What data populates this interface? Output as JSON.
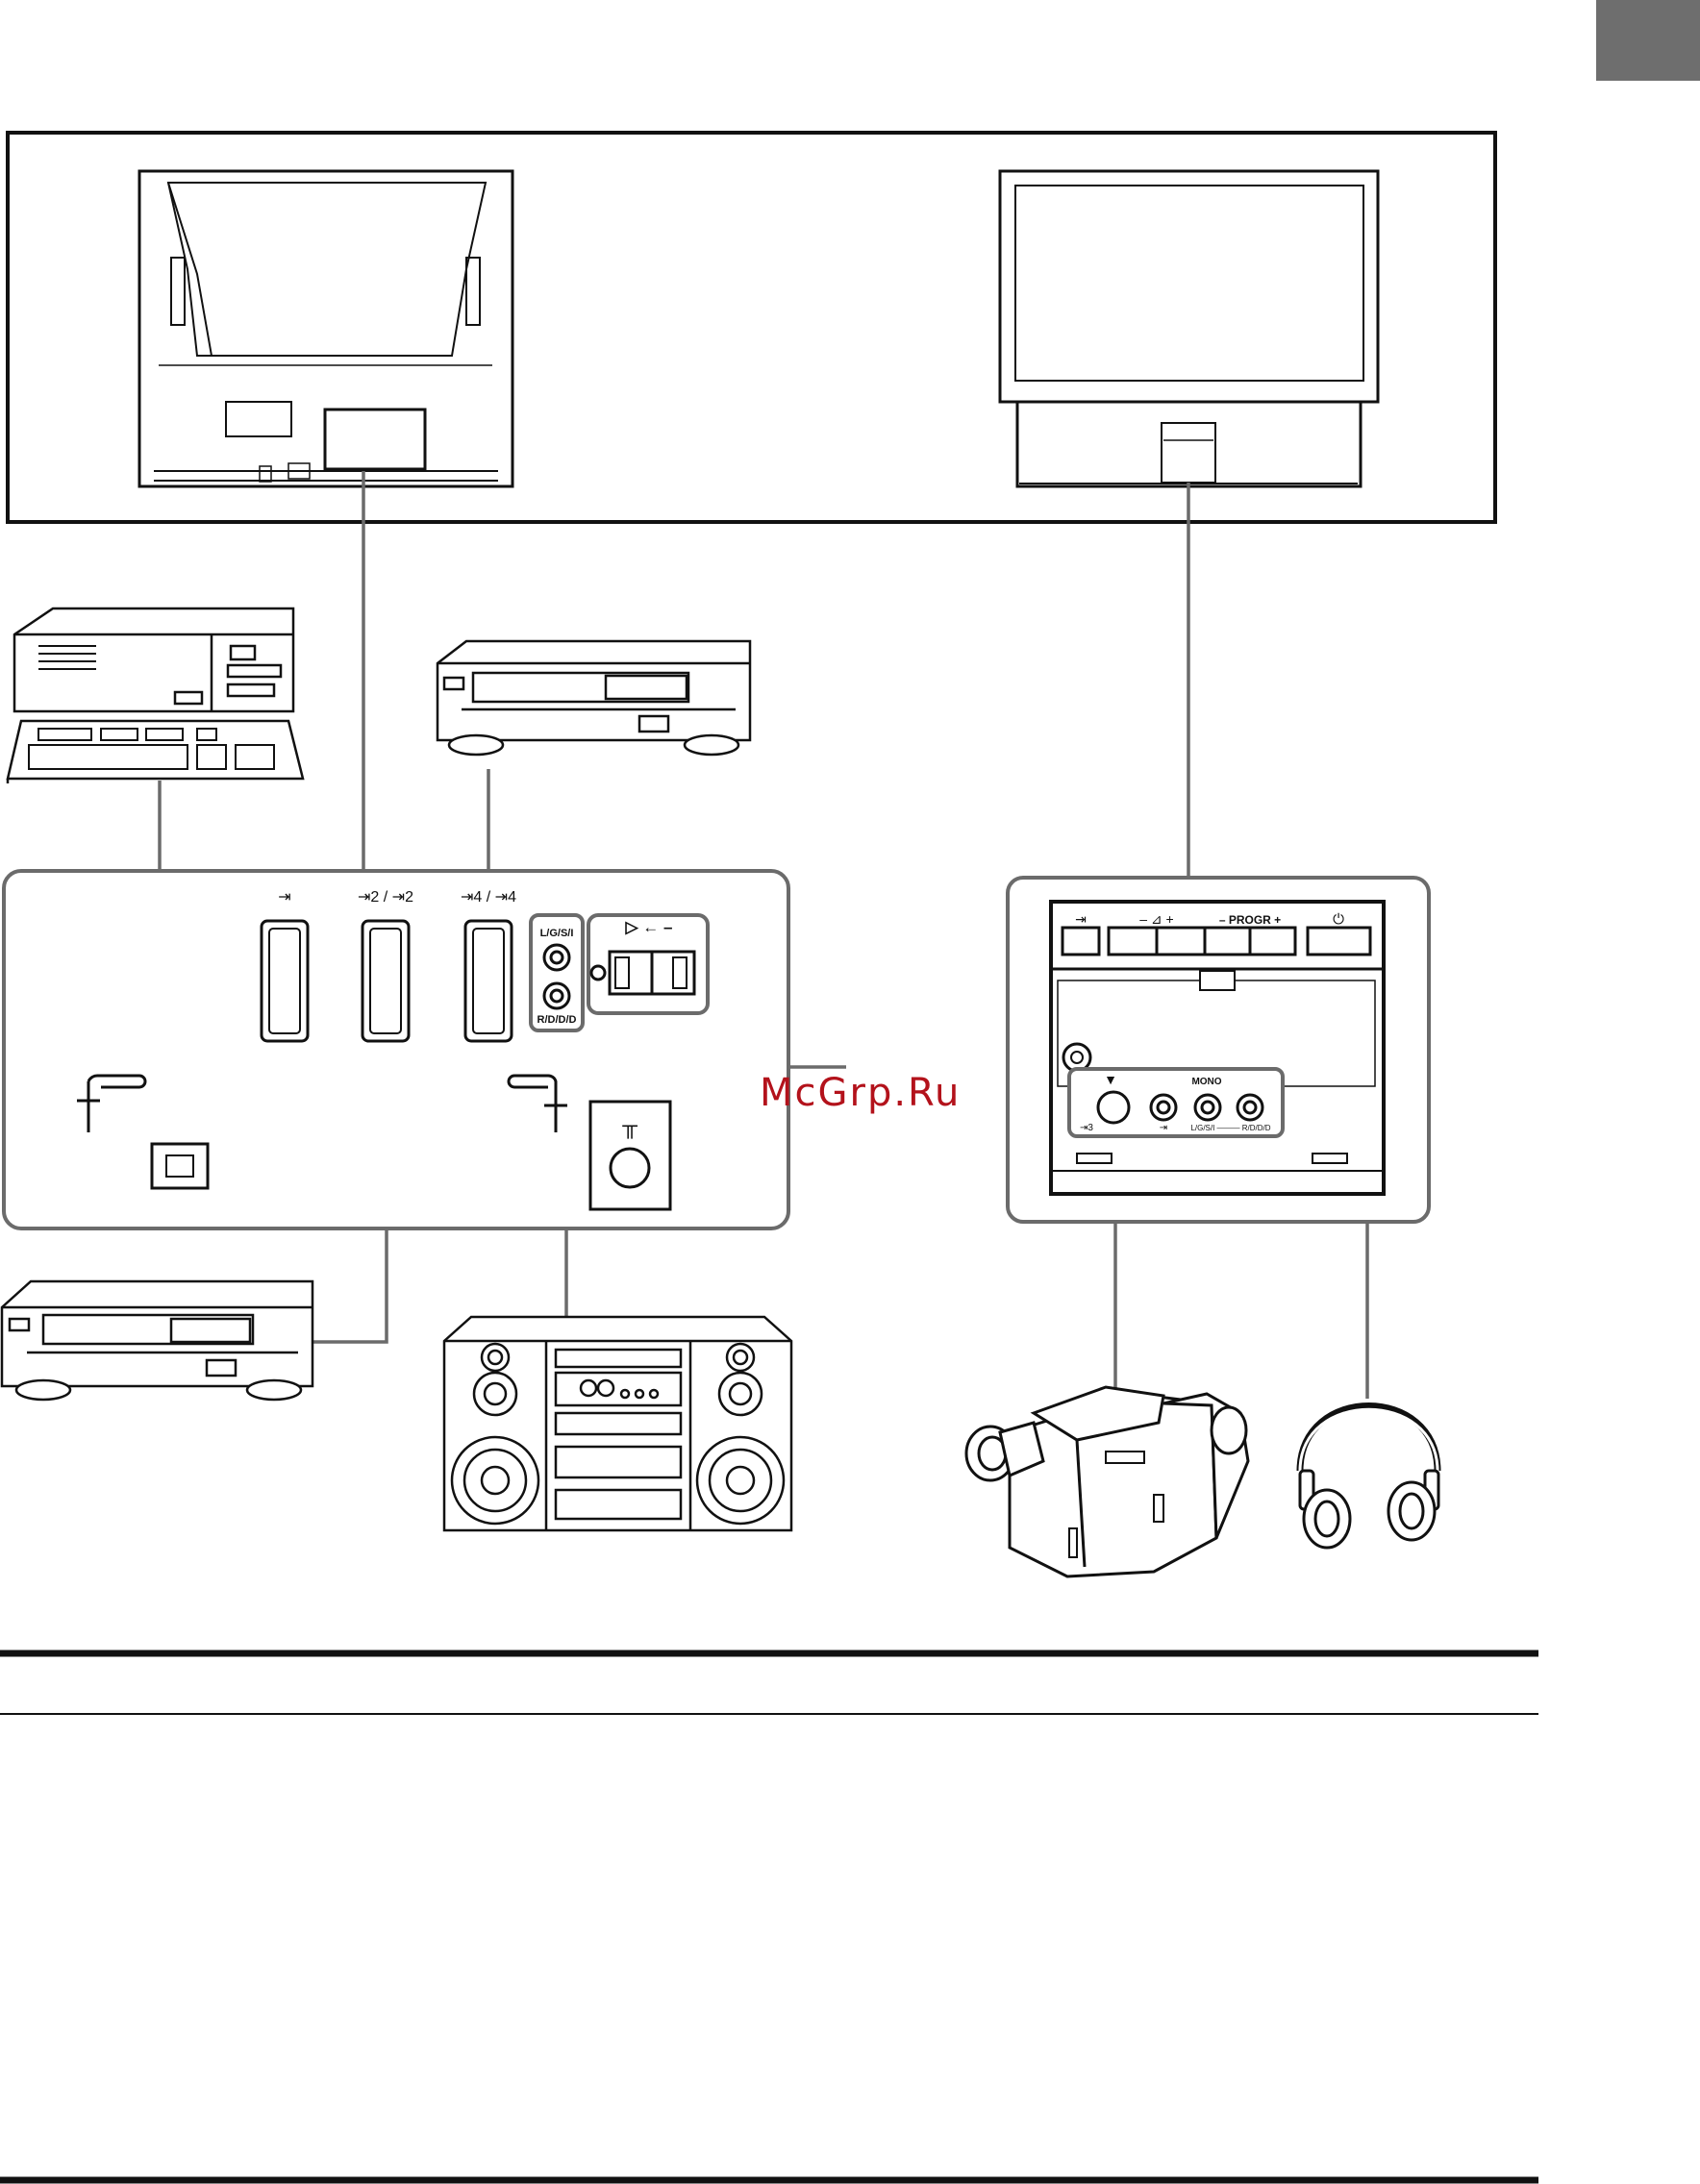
{
  "colors": {
    "line": "#111111",
    "cable": "#6b6b6b",
    "tab": "#6e6e6e",
    "watermark": "#b3121b",
    "paper": "#ffffff"
  },
  "watermark": {
    "text": "McGrp.Ru"
  },
  "rear_panel": {
    "scart_labels": [
      "⇥",
      "⇥2 / ⇥2",
      "⇥4 / ⇥4"
    ],
    "rca_top_label": "L/G/S/I",
    "rca_bottom_label": "R/D/D/D",
    "speaker_switch_label": "▷ ← –",
    "antenna_symbol": "╥"
  },
  "front_panel": {
    "buttons": [
      "⇥",
      "– ⊿ +",
      "– PROGR +",
      "⏻"
    ],
    "input_arrow": "▼",
    "mono_label": "MONO",
    "s_video_label": "⇥3",
    "video_in_label": "⇥",
    "audio_labels": "L/G/S/I ——— R/D/D/D"
  },
  "devices": [
    "computer",
    "vcr-top",
    "vcr-bottom",
    "hifi-system",
    "camcorder",
    "headphones",
    "tv-rear",
    "tv-front"
  ]
}
